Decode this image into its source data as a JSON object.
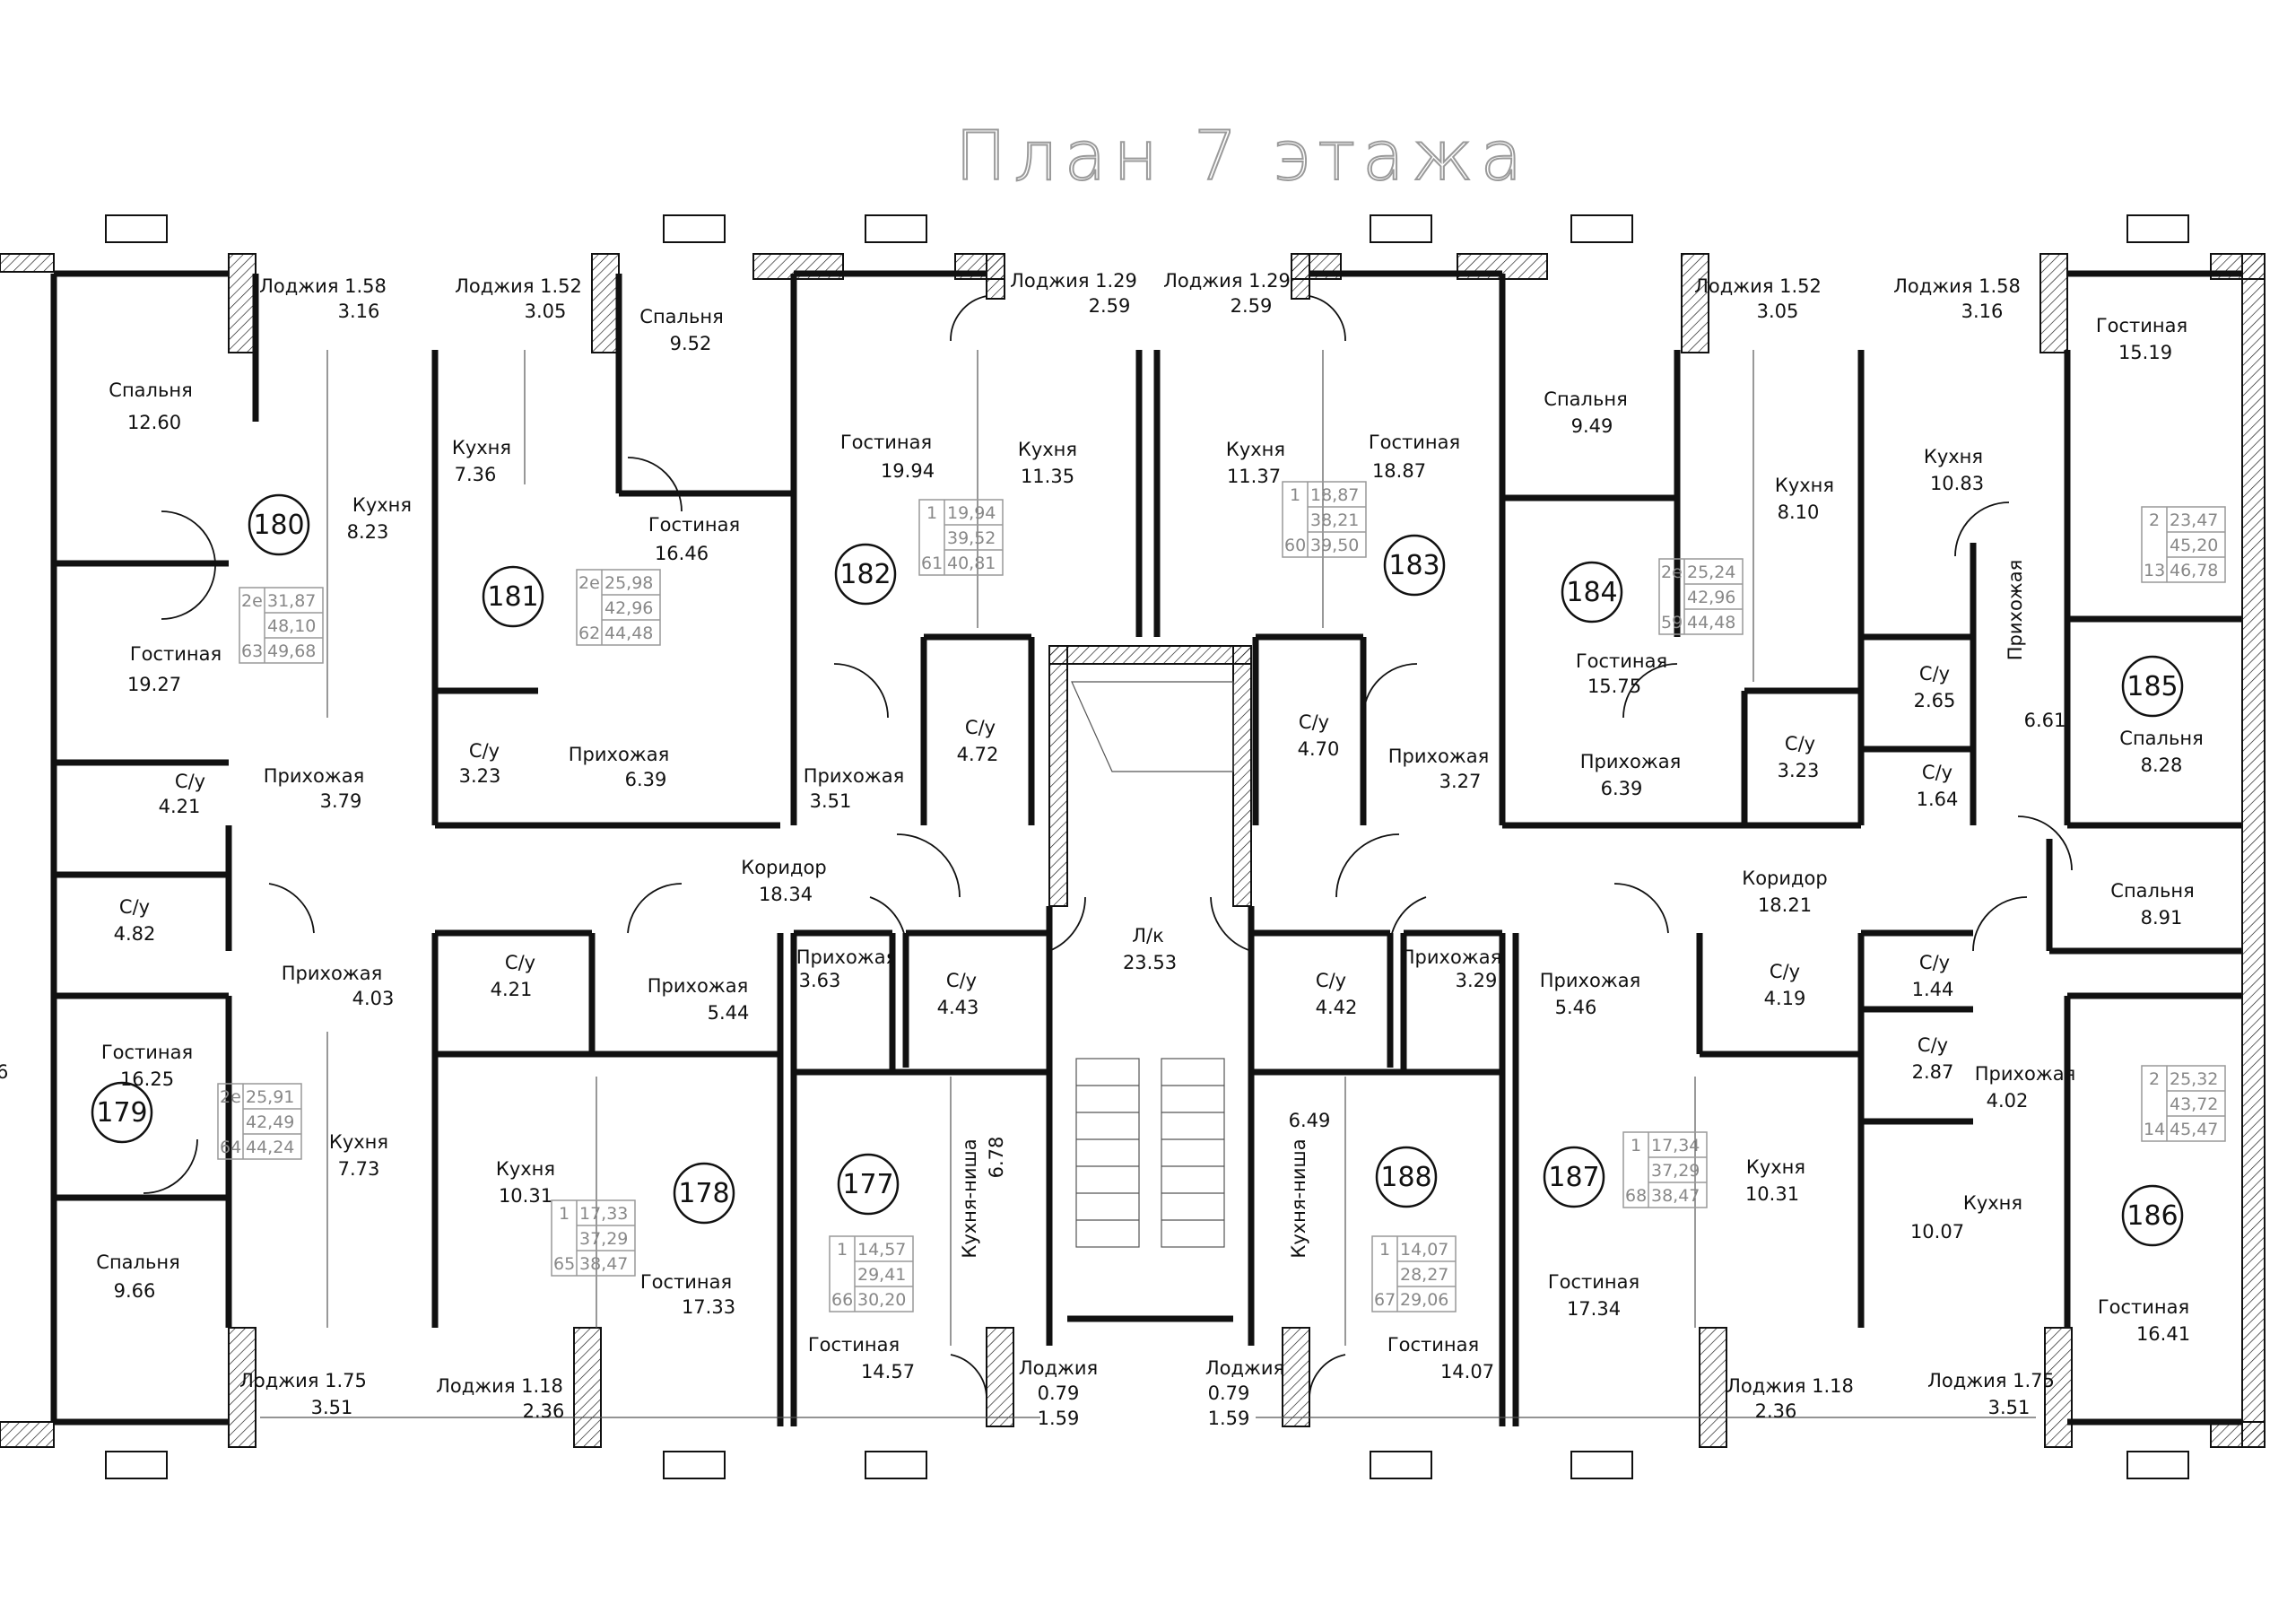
{
  "title": "План 7 этажа",
  "apartments": [
    {
      "id": "180",
      "rooms": "2е",
      "floor_no": "63",
      "areas": [
        "31,87",
        "48,10",
        "49,68"
      ]
    },
    {
      "id": "181",
      "rooms": "2е",
      "floor_no": "62",
      "areas": [
        "25,98",
        "42,96",
        "44,48"
      ]
    },
    {
      "id": "182",
      "rooms": "1",
      "floor_no": "61",
      "areas": [
        "19,94",
        "39,52",
        "40,81"
      ]
    },
    {
      "id": "183",
      "rooms": "1",
      "floor_no": "60",
      "areas": [
        "18,87",
        "38,21",
        "39,50"
      ]
    },
    {
      "id": "184",
      "rooms": "2е",
      "floor_no": "59",
      "areas": [
        "25,24",
        "42,96",
        "44,48"
      ]
    },
    {
      "id": "185",
      "rooms": "2",
      "floor_no": "13",
      "areas": [
        "23,47",
        "45,20",
        "46,78"
      ]
    },
    {
      "id": "179",
      "rooms": "2е",
      "floor_no": "64",
      "areas": [
        "25,91",
        "42,49",
        "44,24"
      ]
    },
    {
      "id": "178",
      "rooms": "1",
      "floor_no": "65",
      "areas": [
        "17,33",
        "37,29",
        "38,47"
      ]
    },
    {
      "id": "177",
      "rooms": "1",
      "floor_no": "66",
      "areas": [
        "14,57",
        "29,41",
        "30,20"
      ]
    },
    {
      "id": "188",
      "rooms": "1",
      "floor_no": "67",
      "areas": [
        "14,07",
        "28,27",
        "29,06"
      ]
    },
    {
      "id": "187",
      "rooms": "1",
      "floor_no": "68",
      "areas": [
        "17,34",
        "37,29",
        "38,47"
      ]
    },
    {
      "id": "186",
      "rooms": "2",
      "floor_no": "14",
      "areas": [
        "25,32",
        "43,72",
        "45,47"
      ]
    }
  ],
  "rooms": [
    {
      "name": "Лоджия 1.58",
      "area": "3.16"
    },
    {
      "name": "Лоджия 1.52",
      "area": "3.05"
    },
    {
      "name": "Лоджия 1.29",
      "area": "2.59"
    },
    {
      "name": "Лоджия 1.29",
      "area": "2.59"
    },
    {
      "name": "Лоджия 1.52",
      "area": "3.05"
    },
    {
      "name": "Лоджия 1.58",
      "area": "3.16"
    },
    {
      "name": "Спальня",
      "area": "12.60"
    },
    {
      "name": "Кухня",
      "area": "8.23"
    },
    {
      "name": "Гостиная",
      "area": "19.27"
    },
    {
      "name": "С/у",
      "area": "4.21"
    },
    {
      "name": "Прихожая",
      "area": "3.79"
    },
    {
      "name": "Спальня",
      "area": "9.52"
    },
    {
      "name": "Кухня",
      "area": "7.36"
    },
    {
      "name": "Гостиная",
      "area": "16.46"
    },
    {
      "name": "С/у",
      "area": "3.23"
    },
    {
      "name": "Прихожая",
      "area": "6.39"
    },
    {
      "name": "Гостиная",
      "area": "19.94"
    },
    {
      "name": "Кухня",
      "area": "11.35"
    },
    {
      "name": "С/у",
      "area": "4.72"
    },
    {
      "name": "Прихожая",
      "area": "3.51"
    },
    {
      "name": "Кухня",
      "area": "11.37"
    },
    {
      "name": "Гостиная",
      "area": "18.87"
    },
    {
      "name": "С/у",
      "area": "4.70"
    },
    {
      "name": "Прихожая",
      "area": "3.27"
    },
    {
      "name": "Спальня",
      "area": "9.49"
    },
    {
      "name": "Кухня",
      "area": "8.10"
    },
    {
      "name": "Гостиная",
      "area": "15.75"
    },
    {
      "name": "Прихожая",
      "area": "6.39"
    },
    {
      "name": "С/у",
      "area": "3.23"
    },
    {
      "name": "Кухня",
      "area": "10.83"
    },
    {
      "name": "Гостиная",
      "area": "15.19"
    },
    {
      "name": "С/у",
      "area": "2.65"
    },
    {
      "name": "С/у",
      "area": "1.64"
    },
    {
      "name": "Прихожая",
      "area": "6.61"
    },
    {
      "name": "Спальня",
      "area": "8.28"
    },
    {
      "name": "Коридор",
      "area": "18.34"
    },
    {
      "name": "Коридор",
      "area": "18.21"
    },
    {
      "name": "Л/к",
      "area": "23.53"
    },
    {
      "name": "С/у",
      "area": "4.82"
    },
    {
      "name": "Прихожая",
      "area": "4.03"
    },
    {
      "name": "С/у",
      "area": "4.21"
    },
    {
      "name": "Прихожая",
      "area": "5.44"
    },
    {
      "name": "Прихожая",
      "area": "3.63"
    },
    {
      "name": "С/у",
      "area": "4.43"
    },
    {
      "name": "С/у",
      "area": "4.42"
    },
    {
      "name": "Прихожая",
      "area": "3.29"
    },
    {
      "name": "Прихожая",
      "area": "5.46"
    },
    {
      "name": "С/у",
      "area": "4.19"
    },
    {
      "name": "С/у",
      "area": "1.44"
    },
    {
      "name": "Спальня",
      "area": "8.91"
    },
    {
      "name": "Гостиная",
      "area": "16.25"
    },
    {
      "name": "Кухня",
      "area": "7.73"
    },
    {
      "name": "Спальня",
      "area": "9.66"
    },
    {
      "name": "Кухня",
      "area": "10.31"
    },
    {
      "name": "Гостиная",
      "area": "17.33"
    },
    {
      "name": "Кухня-ниша",
      "area": "6.78"
    },
    {
      "name": "Гостиная",
      "area": "14.57"
    },
    {
      "name": "Кухня-ниша",
      "area": "6.49"
    },
    {
      "name": "Гостиная",
      "area": "14.07"
    },
    {
      "name": "Кухня",
      "area": "10.31"
    },
    {
      "name": "Гостиная",
      "area": "17.34"
    },
    {
      "name": "С/у",
      "area": "2.87"
    },
    {
      "name": "Прихожая",
      "area": "4.02"
    },
    {
      "name": "Кухня",
      "area": "10.07"
    },
    {
      "name": "Гостиная",
      "area": "16.41"
    },
    {
      "name": "Лоджия 1.75",
      "area": "3.51"
    },
    {
      "name": "Лоджия 1.18",
      "area": "2.36"
    },
    {
      "name": "Лоджия",
      "area": "0.79"
    },
    {
      "name": "",
      "area": "1.59"
    },
    {
      "name": "Лоджия",
      "area": "0.79"
    },
    {
      "name": "",
      "area": "1.59"
    },
    {
      "name": "Лоджия 1.18",
      "area": "2.36"
    },
    {
      "name": "Лоджия 1.75",
      "area": "3.51"
    }
  ],
  "edge_fragment": "6"
}
